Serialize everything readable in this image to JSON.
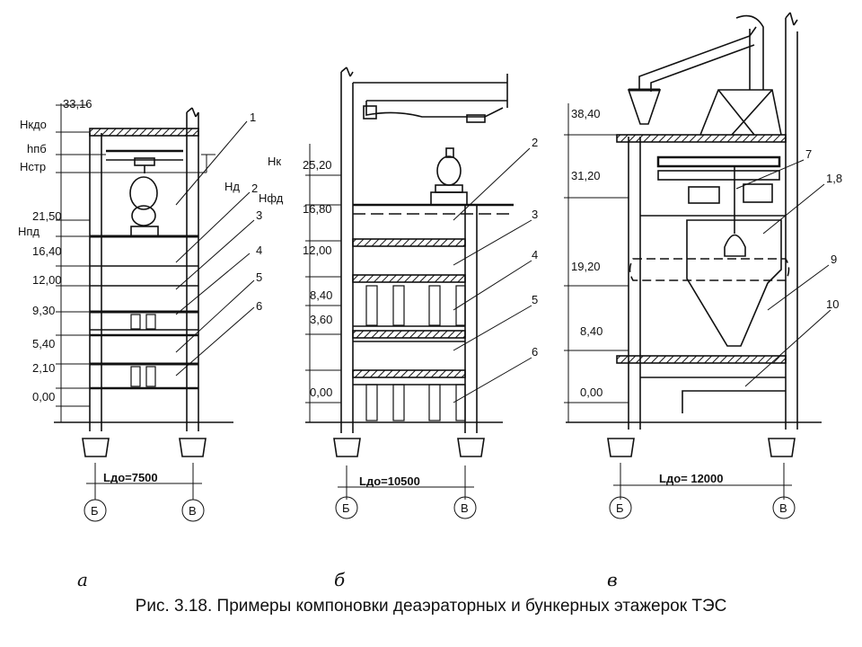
{
  "caption": "Рис. 3.18. Примеры компоновки деаэраторных и бункерных этажерок ТЭС",
  "panel_a": {
    "sublabel": "а",
    "elevations": [
      "33,16",
      "21,50",
      "16,40",
      "12,00",
      "9,30",
      "5,40",
      "2,10",
      "0,00"
    ],
    "h_labels": [
      "Нкдо",
      "hпб",
      "Нстр",
      "Нпд",
      "Нк",
      "Нд",
      "Нфд"
    ],
    "numbers": [
      "1",
      "2",
      "3",
      "4",
      "5",
      "6"
    ],
    "span": "Lдо=7500",
    "axes": [
      "Б",
      "В"
    ]
  },
  "panel_b": {
    "sublabel": "б",
    "elevations": [
      "25,20",
      "16,80",
      "12,00",
      "8,40",
      "3,60",
      "0,00"
    ],
    "numbers": [
      "2",
      "3",
      "4",
      "5",
      "6"
    ],
    "span": "Lдо=10500",
    "axes": [
      "Б",
      "В"
    ]
  },
  "panel_c": {
    "sublabel": "в",
    "elevations": [
      "38,40",
      "31,20",
      "19,20",
      "8,40",
      "0,00"
    ],
    "numbers": [
      "7",
      "1,8",
      "9",
      "10"
    ],
    "span": "Lдо= 12000",
    "axes": [
      "Б",
      "В"
    ]
  }
}
